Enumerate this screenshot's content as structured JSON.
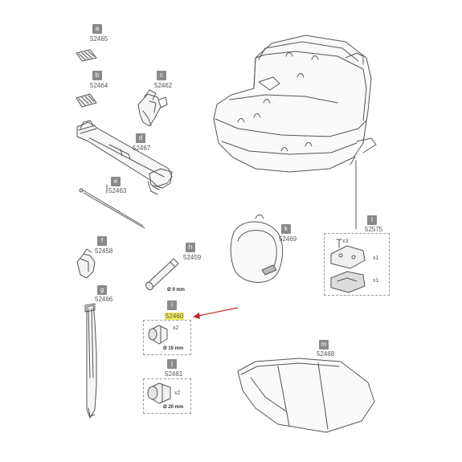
{
  "parts": {
    "a": {
      "letter": "a",
      "code": "52465"
    },
    "b": {
      "letter": "b",
      "code": "52464"
    },
    "c": {
      "letter": "c",
      "code": "52462"
    },
    "d": {
      "letter": "d",
      "code": "52467"
    },
    "e": {
      "letter": "e",
      "code": "52463"
    },
    "f": {
      "letter": "f",
      "code": "52458"
    },
    "g": {
      "letter": "g",
      "code": "52466"
    },
    "h": {
      "letter": "h",
      "code": "52459",
      "size": "Ø 9 mm"
    },
    "i": {
      "letter": "i",
      "code": "52460",
      "size": "Ø 15 mm",
      "qty": "x2"
    },
    "j": {
      "letter": "j",
      "code": "52461",
      "size": "Ø 20 mm",
      "qty": "x2"
    },
    "k": {
      "letter": "k",
      "code": "52469"
    },
    "l": {
      "letter": "l",
      "code": "52575",
      "qty_screws": "x3",
      "qty_a": "x1",
      "qty_b": "x1"
    },
    "m": {
      "letter": "m",
      "code": "52468"
    }
  },
  "colors": {
    "highlight": "#f6ef55",
    "arrow": "#c0272d",
    "badge": "#8a8a8a",
    "line": "#555555"
  }
}
